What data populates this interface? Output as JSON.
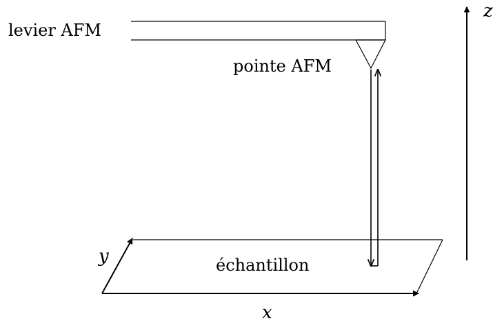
{
  "diagram": {
    "labels": {
      "cantilever": "levier AFM",
      "tip": "pointe AFM",
      "sample": "échantillon",
      "axis_x": "x",
      "axis_y": "y",
      "axis_z": "z"
    },
    "colors": {
      "stroke": "#000000",
      "background": "#ffffff"
    }
  }
}
